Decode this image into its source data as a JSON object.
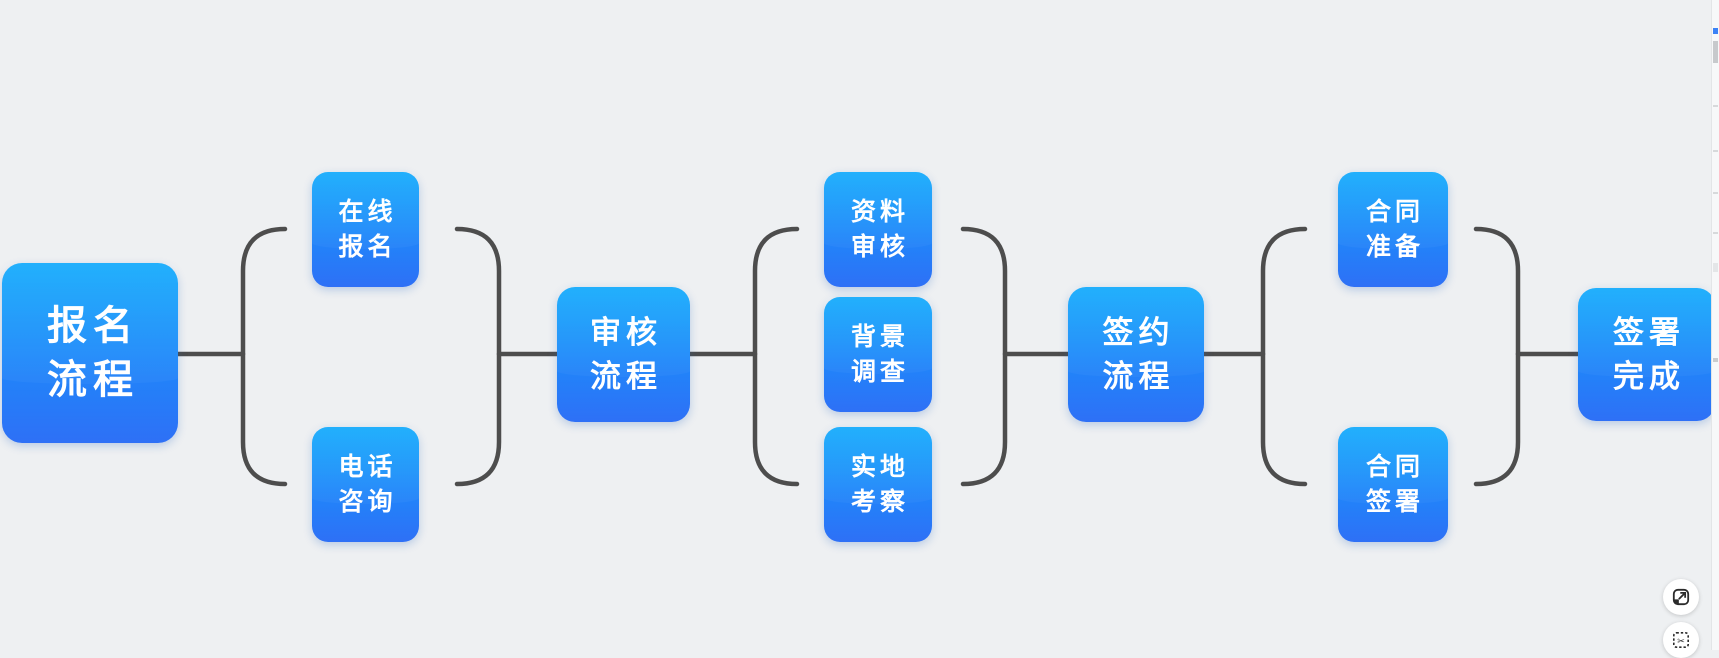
{
  "app": {
    "type": "flowchart-mindmap-canvas",
    "background_color": "#eef0f2"
  },
  "palette": {
    "node_gradient_top": "#09a7fc",
    "node_gradient_bottom": "#2e70f6",
    "node_text_color": "#ffffff",
    "connector_color": "#4d4d4d"
  },
  "nodes": [
    {
      "id": "registration-process",
      "label": "报名流程",
      "lines": [
        "报名",
        "流程"
      ],
      "level": "root"
    },
    {
      "id": "online-registration",
      "label": "在线报名",
      "lines": [
        "在线",
        "报名"
      ],
      "level": "branch"
    },
    {
      "id": "phone-consultation",
      "label": "电话咨询",
      "lines": [
        "电话",
        "咨询"
      ],
      "level": "branch"
    },
    {
      "id": "review-process",
      "label": "审核流程",
      "lines": [
        "审核",
        "流程"
      ],
      "level": "stage"
    },
    {
      "id": "document-review",
      "label": "资料审核",
      "lines": [
        "资料",
        "审核"
      ],
      "level": "branch"
    },
    {
      "id": "background-check",
      "label": "背景调查",
      "lines": [
        "背景",
        "调查"
      ],
      "level": "branch"
    },
    {
      "id": "site-inspection",
      "label": "实地考察",
      "lines": [
        "实地",
        "考察"
      ],
      "level": "branch"
    },
    {
      "id": "signing-process",
      "label": "签约流程",
      "lines": [
        "签约",
        "流程"
      ],
      "level": "stage"
    },
    {
      "id": "contract-preparation",
      "label": "合同准备",
      "lines": [
        "合同",
        "准备"
      ],
      "level": "branch"
    },
    {
      "id": "contract-signing",
      "label": "合同签署",
      "lines": [
        "合同",
        "签署"
      ],
      "level": "branch"
    },
    {
      "id": "signing-complete",
      "label": "签署完成",
      "lines": [
        "签署",
        "完成"
      ],
      "level": "stage"
    }
  ],
  "flow": [
    {
      "from": "报名流程",
      "to": [
        "在线报名",
        "电话咨询"
      ]
    },
    {
      "from": [
        "在线报名",
        "电话咨询"
      ],
      "to": "审核流程"
    },
    {
      "from": "审核流程",
      "to": [
        "资料审核",
        "背景调查",
        "实地考察"
      ]
    },
    {
      "from": [
        "资料审核",
        "背景调查",
        "实地考察"
      ],
      "to": "签约流程"
    },
    {
      "from": "签约流程",
      "to": [
        "合同准备",
        "合同签署"
      ]
    },
    {
      "from": [
        "合同准备",
        "合同签署"
      ],
      "to": "签署完成"
    }
  ],
  "controls": {
    "fit_view_icon": "expand-icon",
    "screenshot_icon": "crop-screenshot-icon"
  }
}
